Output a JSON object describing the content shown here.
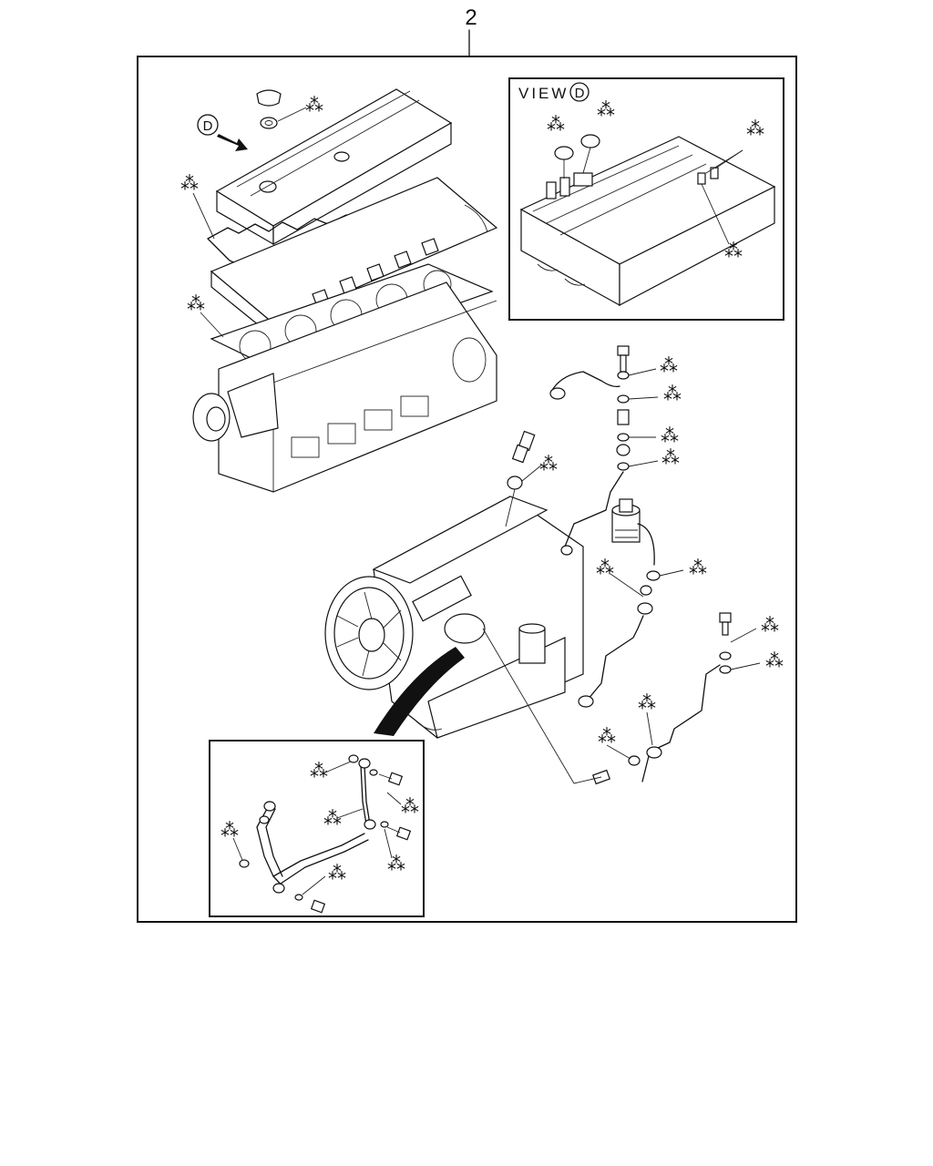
{
  "diagram": {
    "item_number": "2",
    "view_label": "VIEW",
    "view_letter": "D",
    "view_arrow_letter": "D",
    "asterisk": "⁂"
  }
}
